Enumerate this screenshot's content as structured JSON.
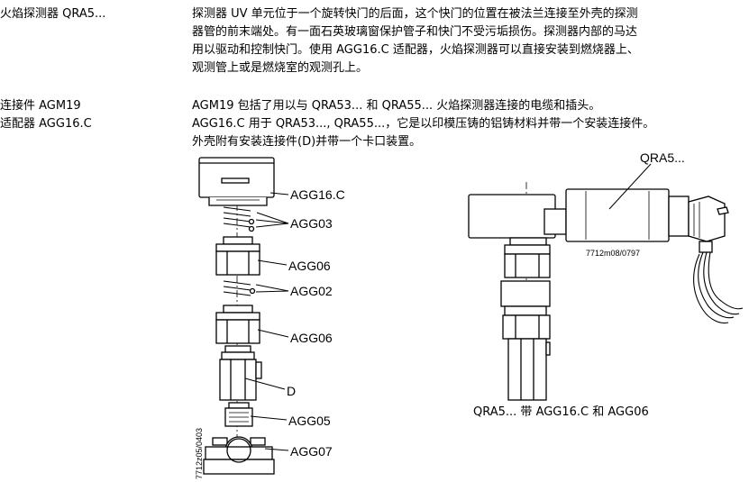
{
  "sections": [
    {
      "heading": "火焰探测器 QRA5...",
      "lines": [
        "探测器 UV 单元位于一个旋转快门的后面，这个快门的位置在被法兰连接至外壳的探测",
        "器管的前末端处。有一面石英玻璃窗保护管子和快门不受污垢损伤。探测器内部的马达",
        "用以驱动和控制快门。使用 AGG16.C 适配器，火焰探测器可以直接安装到燃烧器上、",
        "观测管上或是燃烧室的观测孔上。"
      ]
    },
    {
      "heading_lines": [
        "连接件 AGM19",
        "适配器 AGG16.C"
      ],
      "lines": [
        "AGM19 包括了用以与 QRA53... 和 QRA55... 火焰探测器连接的电缆和插头。",
        "AGG16.C 用于 QRA53..., QRA55...，它是以印模压铸的铝铸材料并带一个安装连接件。",
        "外壳附有安装连接件(D)并带一个卡口装置。"
      ]
    }
  ],
  "figure_left": {
    "labels": [
      "AGG16.C",
      "AGG03",
      "AGG06",
      "AGG02",
      "AGG06",
      "D",
      "AGG05",
      "AGG07"
    ],
    "code": "7712z05/0403"
  },
  "figure_right": {
    "label": "QRA5...",
    "code": "7712m08/0797",
    "caption": "QRA5... 带 AGG16.C 和 AGG06"
  }
}
